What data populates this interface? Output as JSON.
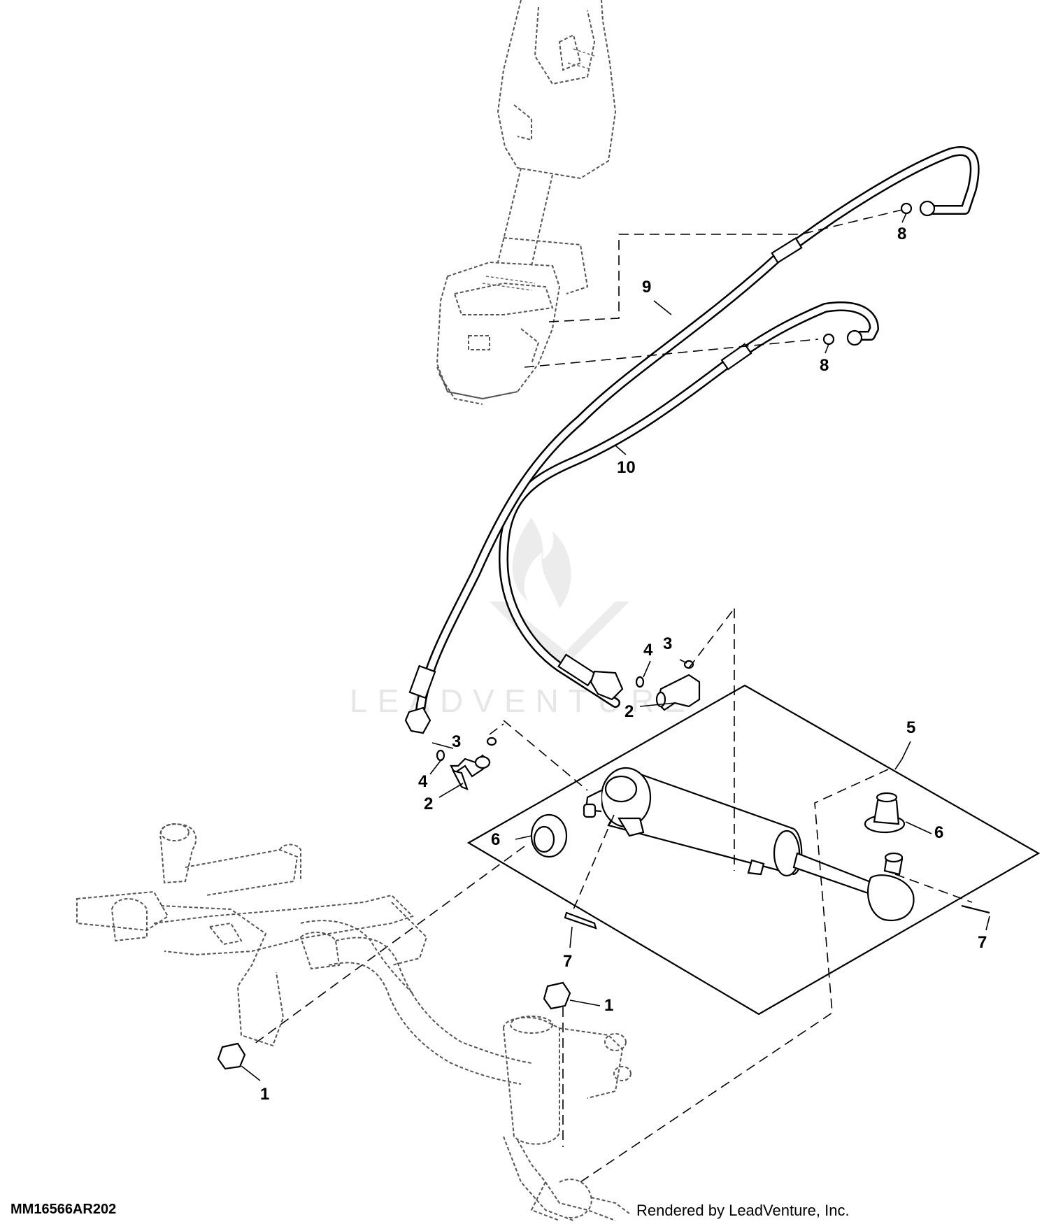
{
  "diagram": {
    "drawing_code": "MM16566AR202",
    "credit": "Rendered by LeadVenture, Inc.",
    "watermark": "LEADVENTURE",
    "callouts": {
      "nut_left": "1",
      "nut_right": "1",
      "elbow_left": "2",
      "elbow_right": "2",
      "oring_small_left": "3",
      "oring_small_right": "3",
      "oring_large_left": "4",
      "oring_large_right": "4",
      "cylinder_kit": "5",
      "boot_left": "6",
      "boot_right": "6",
      "pin_left": "7",
      "pin_right": "7",
      "oring_upper": "8",
      "oring_lower": "8",
      "hose_upper": "9",
      "hose_lower": "10"
    }
  }
}
